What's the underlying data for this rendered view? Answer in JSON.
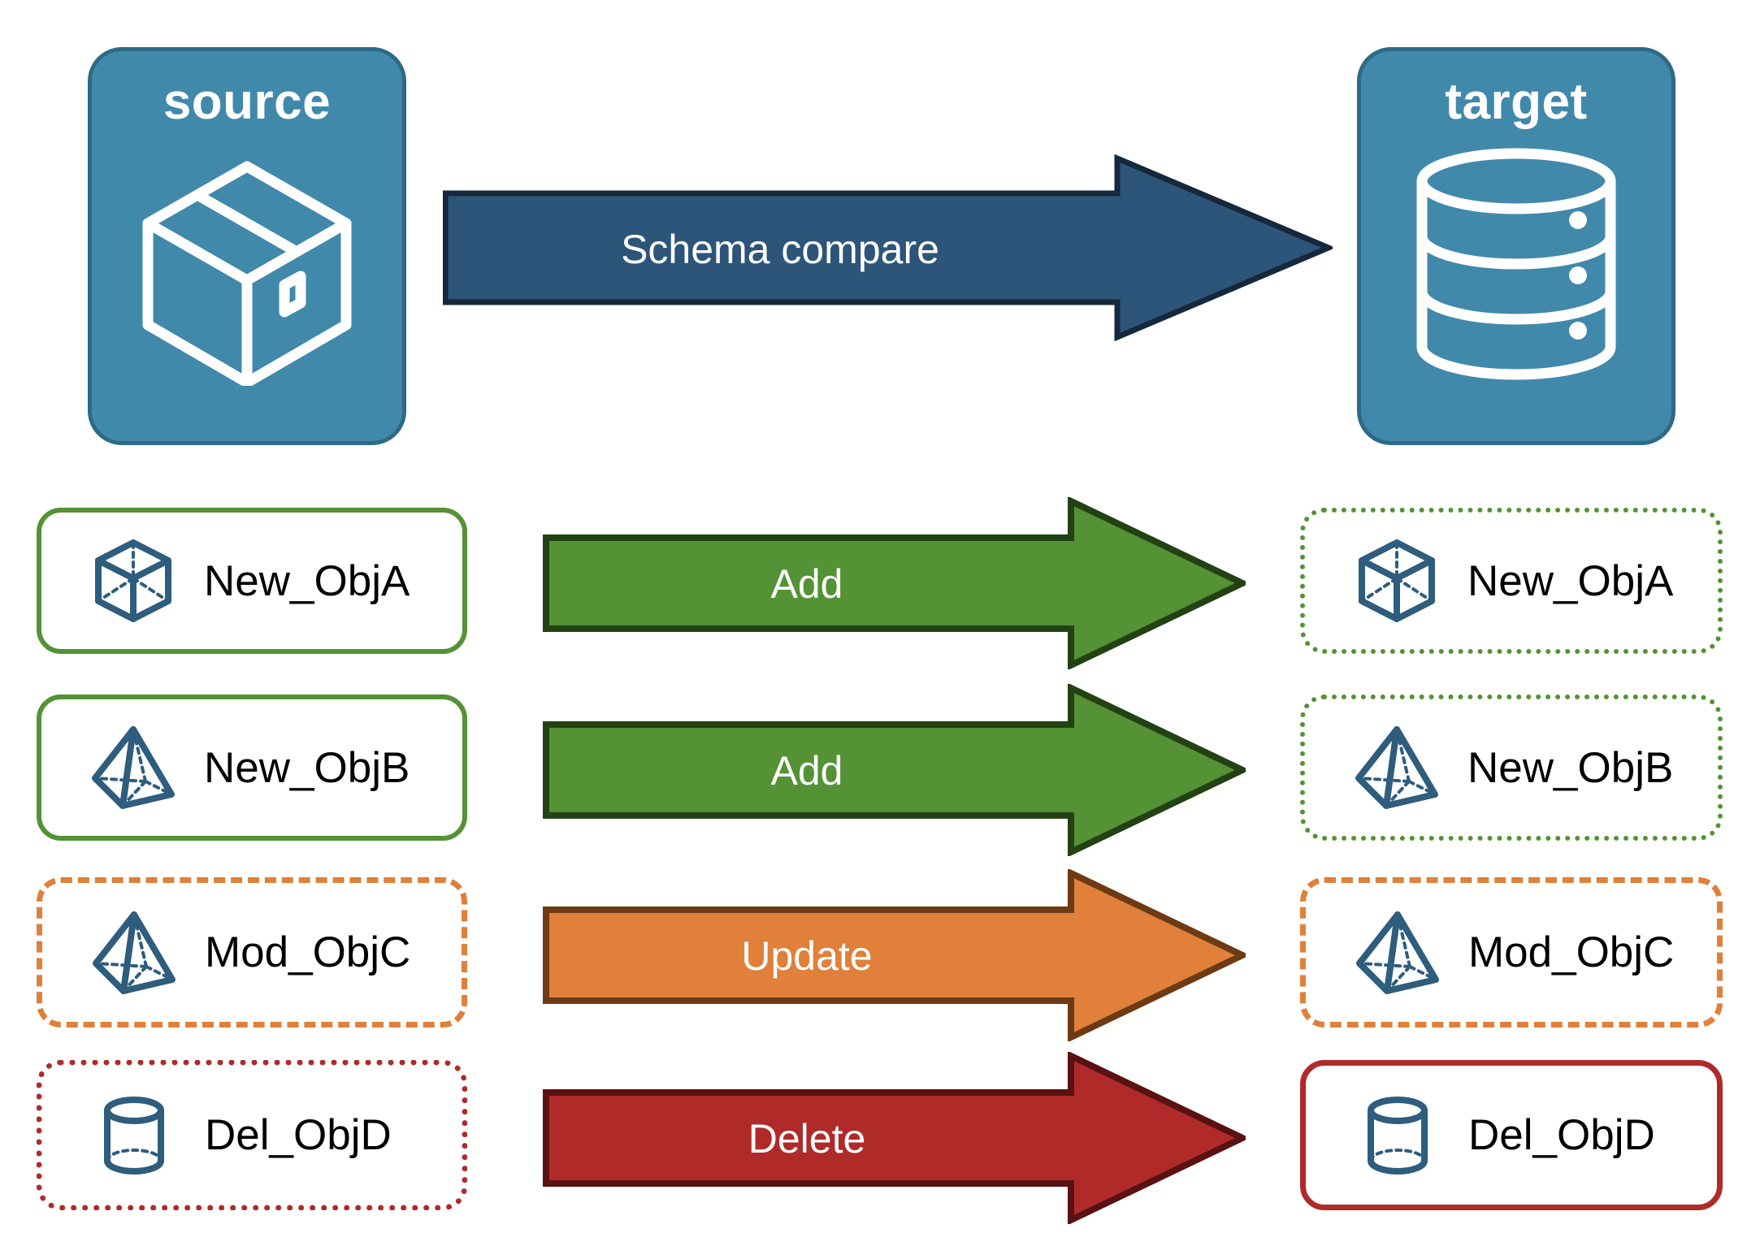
{
  "diagram": {
    "title_hidden": "",
    "endpoints": [
      {
        "key": "source",
        "label": "source",
        "icon": "box-3d-icon",
        "fill": "#4189ab",
        "stroke": "#2d6a85"
      },
      {
        "key": "target",
        "label": "target",
        "icon": "database-cylinder-icon",
        "fill": "#4189ab",
        "stroke": "#2d6a85"
      }
    ],
    "main_arrow": {
      "label": "Schema compare",
      "fill": "#2d5579",
      "stroke": "#16283c",
      "text_color": "#ffffff"
    },
    "rows": [
      {
        "action": "Add",
        "arrow_fill": "#549235",
        "arrow_stroke": "#234214",
        "source_object": {
          "label": "New_ObjA",
          "icon": "cube-wireframe-icon",
          "border_color": "#549235",
          "border_style": "solid"
        },
        "target_object": {
          "label": "New_ObjA",
          "icon": "cube-wireframe-icon",
          "border_color": "#549235",
          "border_style": "dotted"
        }
      },
      {
        "action": "Add",
        "arrow_fill": "#549235",
        "arrow_stroke": "#234214",
        "source_object": {
          "label": "New_ObjB",
          "icon": "pyramid-wireframe-icon",
          "border_color": "#549235",
          "border_style": "solid"
        },
        "target_object": {
          "label": "New_ObjB",
          "icon": "pyramid-wireframe-icon",
          "border_color": "#549235",
          "border_style": "dotted"
        }
      },
      {
        "action": "Update",
        "arrow_fill": "#e0803a",
        "arrow_stroke": "#6e3a14",
        "source_object": {
          "label": "Mod_ObjC",
          "icon": "pyramid-wireframe-icon",
          "border_color": "#e0803a",
          "border_style": "dashed"
        },
        "target_object": {
          "label": "Mod_ObjC",
          "icon": "pyramid-wireframe-icon",
          "border_color": "#e0803a",
          "border_style": "dashed"
        }
      },
      {
        "action": "Delete",
        "arrow_fill": "#b02a2a",
        "arrow_stroke": "#5a1111",
        "source_object": {
          "label": "Del_ObjD",
          "icon": "cylinder-icon",
          "border_color": "#b02a2a",
          "border_style": "dotted"
        },
        "target_object": {
          "label": "Del_ObjD",
          "icon": "cylinder-icon",
          "border_color": "#b02a2a",
          "border_style": "solid"
        }
      }
    ],
    "colors": {
      "object_icon": "#2e5d7d",
      "background": "#ffffff",
      "label_text": "#000000"
    }
  }
}
